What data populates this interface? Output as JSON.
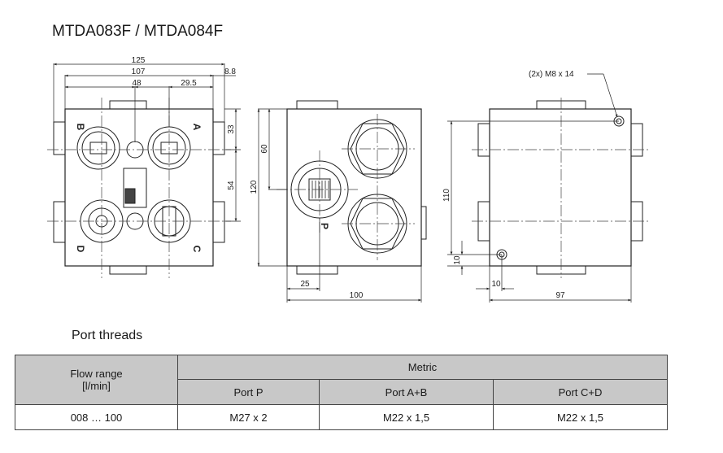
{
  "title": "MTDA083F / MTDA084F",
  "drawing": {
    "front_view": {
      "dims": {
        "w125": "125",
        "w107": "107",
        "w48": "48",
        "w29_5": "29.5",
        "w8_8": "8.8",
        "h33": "33",
        "h54": "54"
      },
      "port_labels": {
        "a": "A",
        "b": "B",
        "c": "C",
        "d": "D"
      }
    },
    "side_view": {
      "dims": {
        "h60": "60",
        "h120": "120",
        "w25": "25",
        "w100": "100"
      },
      "port_label": "P"
    },
    "rear_view": {
      "note": "(2x) M8 x 14",
      "dims": {
        "h110": "110",
        "h10": "10",
        "w10": "10",
        "w97": "97"
      }
    }
  },
  "port_threads": {
    "section_title": "Port threads",
    "flow_range_label": "Flow range",
    "flow_range_unit": "[l/min]",
    "metric_label": "Metric",
    "columns": [
      "Port P",
      "Port A+B",
      "Port C+D"
    ],
    "rows": [
      {
        "flow": "008 … 100",
        "values": [
          "M27 x 2",
          "M22 x 1,5",
          "M22 x 1,5"
        ]
      }
    ]
  }
}
